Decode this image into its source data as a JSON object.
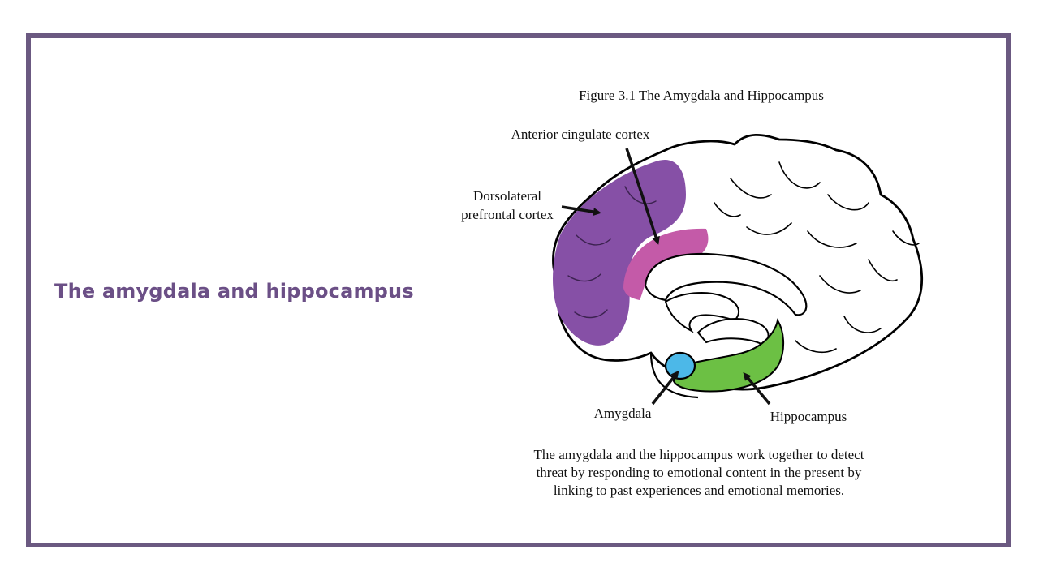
{
  "slide": {
    "title": "The amygdala and hippocampus",
    "frame_color": "#6b5981",
    "title_color": "#6b4f86"
  },
  "figure": {
    "heading": "Figure 3.1 The Amygdala and Hippocampus",
    "labels": {
      "anterior_cingulate": "Anterior cingulate cortex",
      "dlpfc_line1": "Dorsolateral",
      "dlpfc_line2": "prefrontal cortex",
      "amygdala": "Amygdala",
      "hippocampus": "Hippocampus"
    },
    "caption": {
      "line1": "The amygdala and the hippocampus work together to detect",
      "line2": "threat by responding to emotional content in the present by",
      "line3": "linking to past experiences and emotional memories."
    },
    "colors": {
      "dlpfc": "#8650a6",
      "anterior_cingulate": "#c45aa8",
      "amygdala": "#4cb8e8",
      "hippocampus": "#6cc044"
    }
  }
}
